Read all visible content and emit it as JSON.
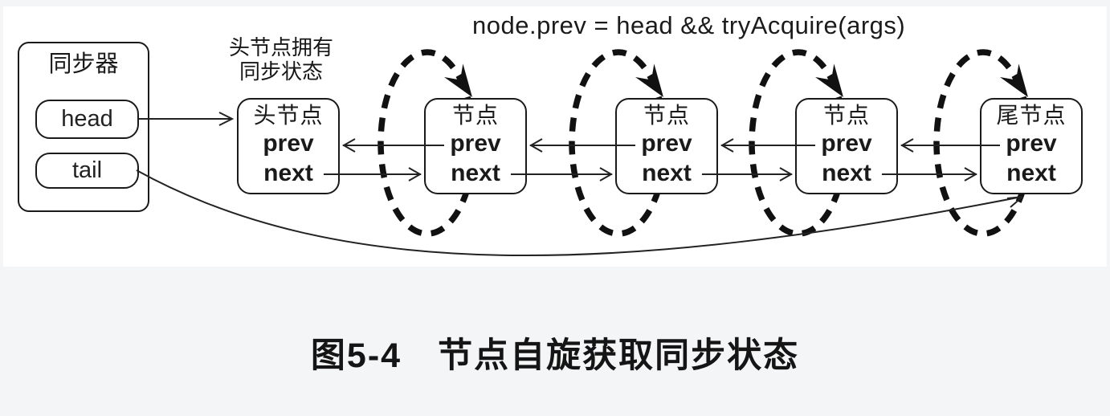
{
  "colors": {
    "page_bg": "#f4f5f6",
    "panel_bg": "#ffffff",
    "ink": "#1a1a1a"
  },
  "formula": "node.prev = head && tryAcquire(args)",
  "annotation": {
    "line1": "头节点拥有",
    "line2": "同步状态"
  },
  "synchronizer": {
    "title": "同步器",
    "head_label": "head",
    "tail_label": "tail"
  },
  "nodes": [
    {
      "title": "头节点",
      "prev_label": "prev",
      "next_label": "next"
    },
    {
      "title": "节点",
      "prev_label": "prev",
      "next_label": "next"
    },
    {
      "title": "节点",
      "prev_label": "prev",
      "next_label": "next"
    },
    {
      "title": "节点",
      "prev_label": "prev",
      "next_label": "next"
    },
    {
      "title": "尾节点",
      "prev_label": "prev",
      "next_label": "next"
    }
  ],
  "caption": "图5-4　节点自旋获取同步状态"
}
